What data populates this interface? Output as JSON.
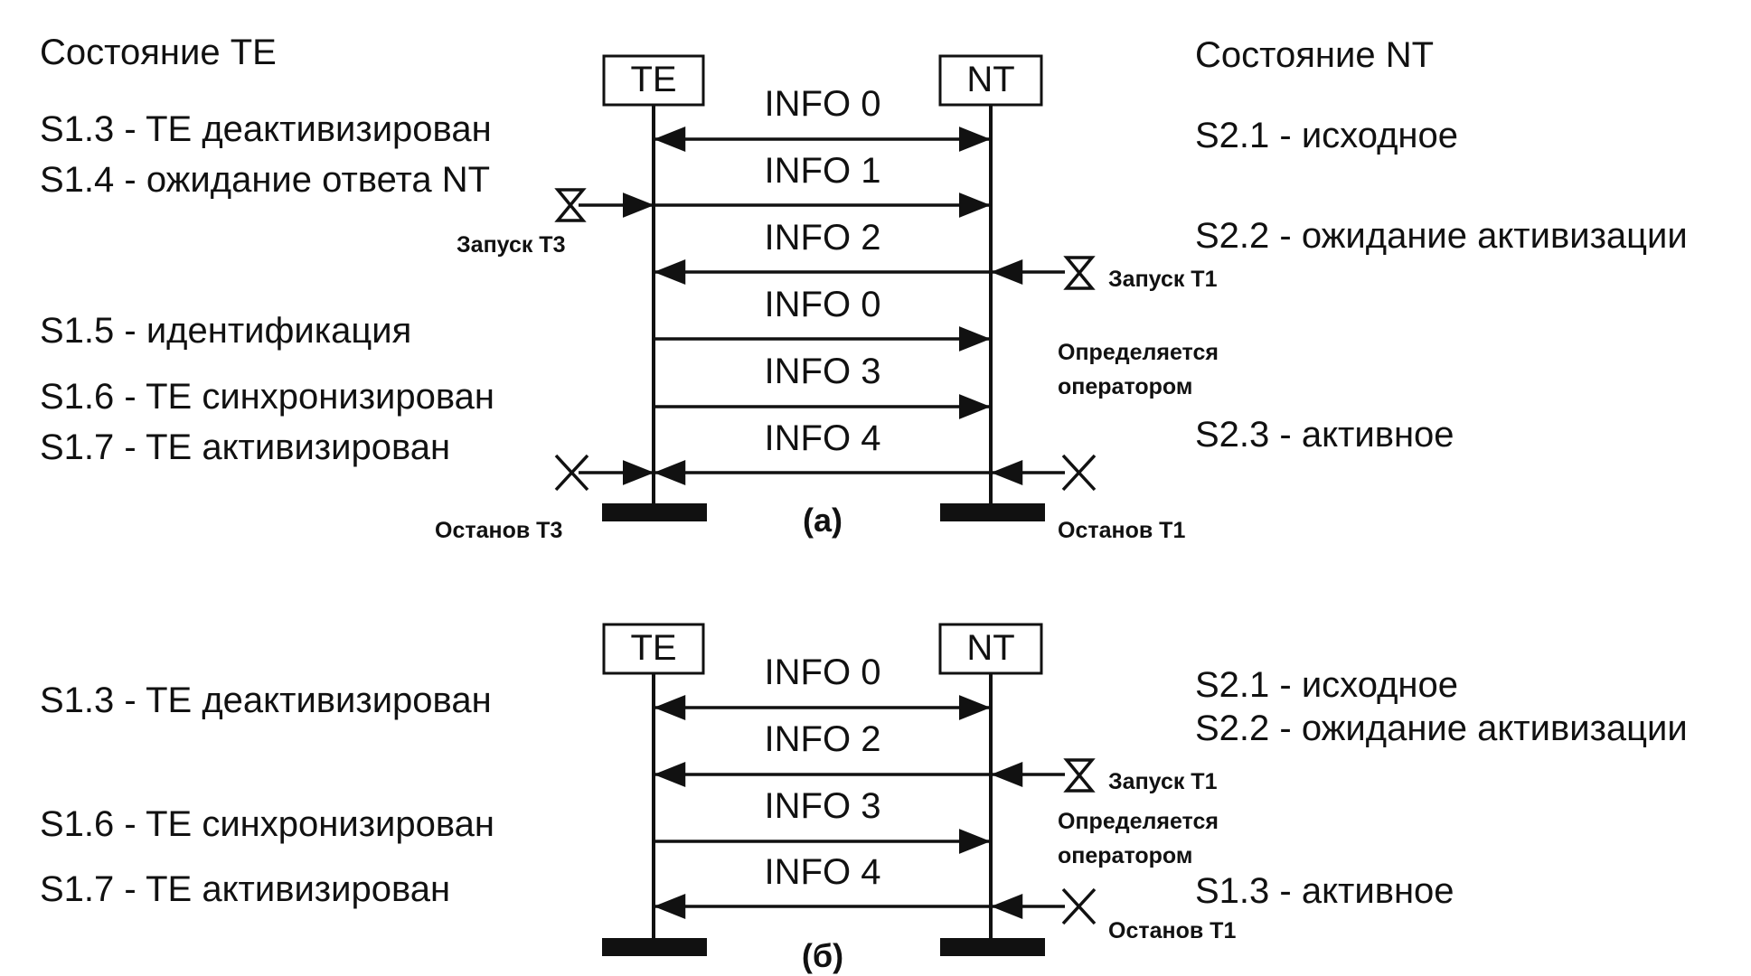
{
  "colors": {
    "ink": "#111111",
    "background": "#ffffff"
  },
  "left_header": "Состояние TE",
  "right_header": "Состояние NT",
  "a": {
    "te": "TE",
    "nt": "NT",
    "caption": "(a)",
    "left_states": [
      "S1.3 - TE деактивизирован",
      "S1.4 - ожидание ответа NT",
      "S1.5 - идентификация",
      "S1.6 - TE синхронизирован",
      "S1.7 - TE активизирован"
    ],
    "right_states": [
      "S2.1 - исходное",
      "S2.2 - ожидание активизации",
      "S2.3 - активное"
    ],
    "messages": [
      "INFO 0",
      "INFO 1",
      "INFO 2",
      "INFO 0",
      "INFO 3",
      "INFO 4"
    ],
    "notes": {
      "start_t3": "Запуск T3",
      "start_t1": "Запуск T1",
      "operator_1": "Определяется",
      "operator_2": "оператором",
      "stop_t3": "Останов T3",
      "stop_t1": "Останов T1"
    }
  },
  "b": {
    "te": "TE",
    "nt": "NT",
    "caption": "(б)",
    "left_states": [
      "S1.3 - TE деактивизирован",
      "S1.6 - TE синхронизирован",
      "S1.7 - TE активизирован"
    ],
    "right_states": [
      "S2.1 - исходное",
      "S2.2 - ожидание активизации",
      "S1.3 - активное"
    ],
    "messages": [
      "INFO 0",
      "INFO 2",
      "INFO 3",
      "INFO 4"
    ],
    "notes": {
      "start_t1": "Запуск T1",
      "operator_1": "Определяется",
      "operator_2": "оператором",
      "stop_t1": "Останов T1"
    }
  }
}
